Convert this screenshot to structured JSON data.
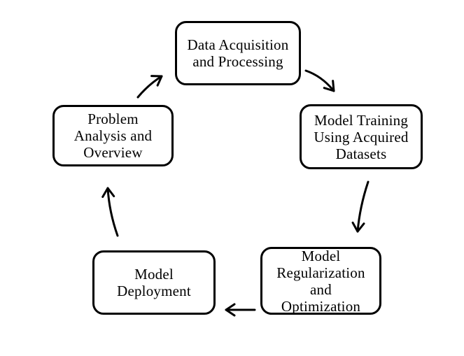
{
  "diagram": {
    "type": "cycle",
    "background_color": "#ffffff",
    "stroke_color": "#000000",
    "text_color": "#000000"
  },
  "nodes": [
    {
      "id": "data-acquisition",
      "label": "Data Acquisition\nand Processing"
    },
    {
      "id": "model-training",
      "label": "Model Training\nUsing Acquired\nDatasets"
    },
    {
      "id": "model-regularization",
      "label": "Model\nRegularization\nand\nOptimization"
    },
    {
      "id": "model-deployment",
      "label": "Model\nDeployment"
    },
    {
      "id": "problem-analysis",
      "label": "Problem\nAnalysis and\nOverview"
    }
  ],
  "edges": [
    {
      "from": "data-acquisition",
      "to": "model-training"
    },
    {
      "from": "model-training",
      "to": "model-regularization"
    },
    {
      "from": "model-regularization",
      "to": "model-deployment"
    },
    {
      "from": "model-deployment",
      "to": "problem-analysis"
    },
    {
      "from": "problem-analysis",
      "to": "data-acquisition"
    }
  ]
}
